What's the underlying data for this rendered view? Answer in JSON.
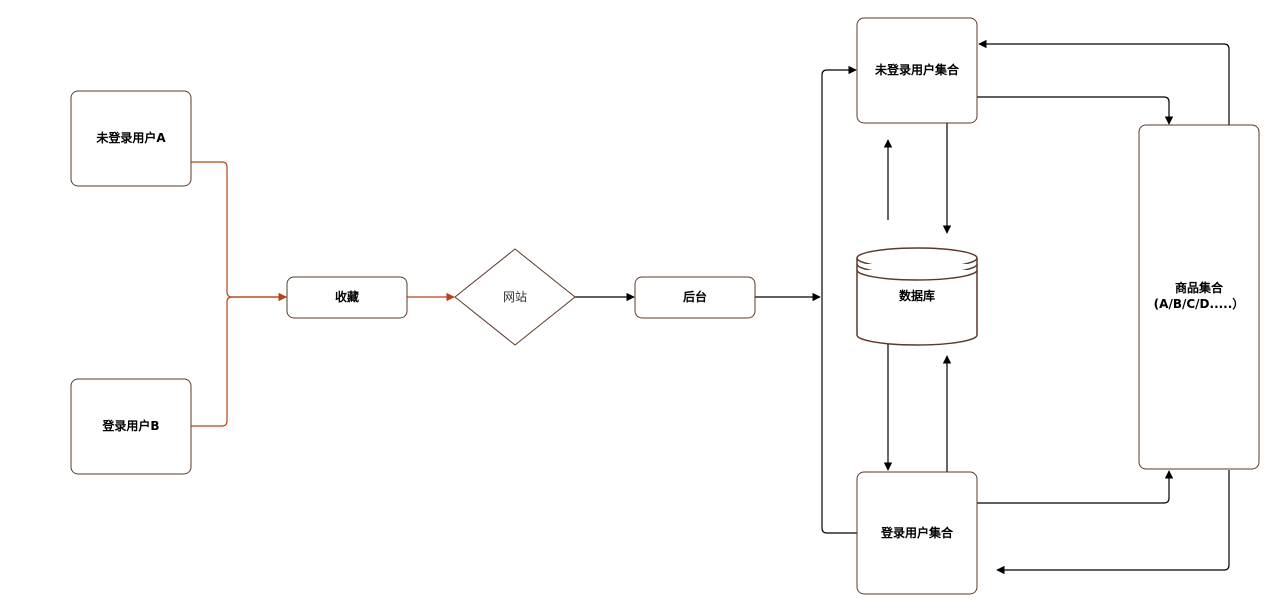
{
  "colors": {
    "node_border": "#5b3a29",
    "edge_primary": "#000000",
    "edge_highlight": "#b5431a",
    "background": "#ffffff"
  },
  "nodes": {
    "guest_user_a": "未登录用户A",
    "logged_user_b": "登录用户B",
    "favorite": "收藏",
    "website": "网站",
    "backend": "后台",
    "guest_user_set": "未登录用户集合",
    "database": "数据库",
    "logged_user_set": "登录用户集合",
    "product_set_line1": "商品集合",
    "product_set_line2": "(A/B/C/D.....）"
  }
}
